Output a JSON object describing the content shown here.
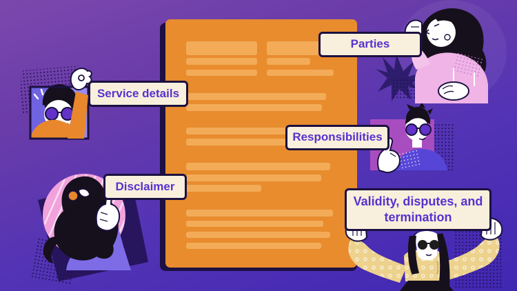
{
  "scene": {
    "description": "Illustration of a service agreement document with five labeled sections presented by cartoon people",
    "labels": {
      "parties": "Parties",
      "service_details": "Service details",
      "responsibilities": "Responsibilities",
      "disclaimer": "Disclaimer",
      "validity": "Validity, disputes, and termination"
    },
    "figures": {
      "parties": "woman-with-dark-hair-pink-top-holding-sign",
      "service_details": "framed-person-purple-sunglasses-pinch-gesture",
      "responsibilities": "framed-person-purple-sunglasses-pointing-up",
      "disclaimer": "woman-from-behind-pointing-up-in-striped-pink-circle",
      "validity": "woman-yellow-polka-dot-top-holding-sign-overhead"
    },
    "document": {
      "type": "contract-paper-placeholder",
      "paper_color": "#e88c2e",
      "line_color": "#f3ab58",
      "shadow_color": "#1d1143"
    },
    "colors": {
      "background_top": "#7b48ad",
      "background_bottom": "#4027b2",
      "label_background": "#f9efdd",
      "label_border": "#1b1140",
      "label_text": "#5732cf"
    }
  }
}
